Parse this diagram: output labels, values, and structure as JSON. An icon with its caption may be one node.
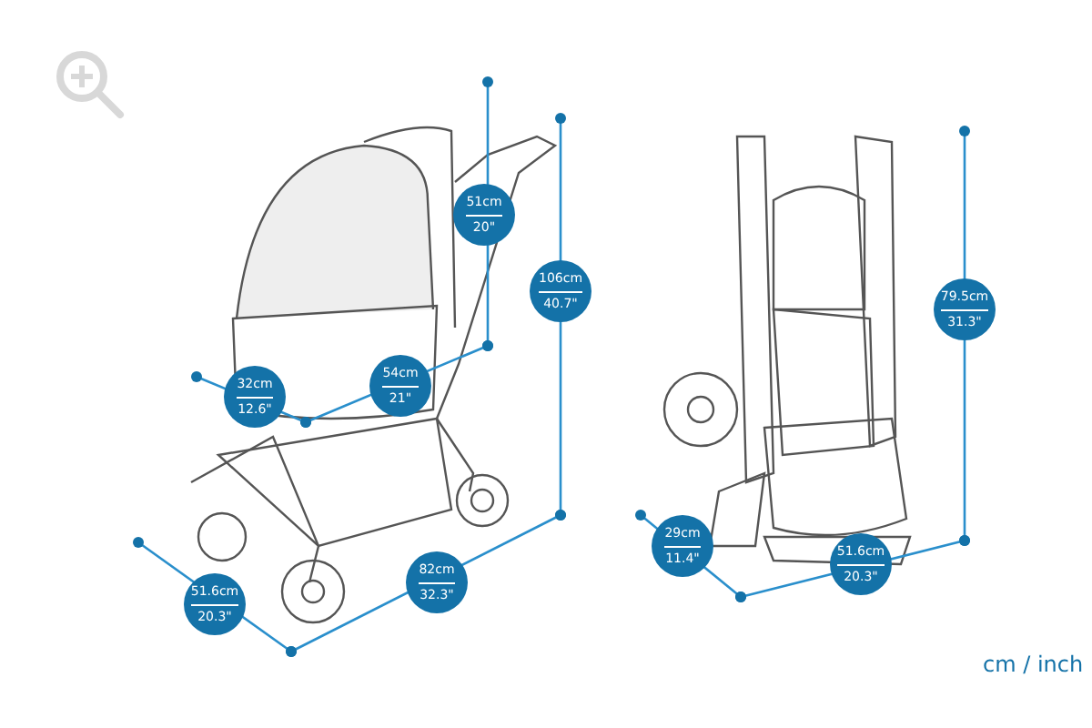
{
  "diagram": {
    "labels": [
      "51cm",
      "20\"",
      "106cm",
      "40.7\"",
      "54cm",
      "21\"",
      "32cm",
      "12.6\"",
      "51.6cm",
      "20.3\"",
      "82cm",
      "32.3\"",
      "79.5cm",
      "31.3\"",
      "29cm",
      "11.4\"",
      "51.6cm",
      "20.3\"",
      "cm / inch"
    ]
  }
}
